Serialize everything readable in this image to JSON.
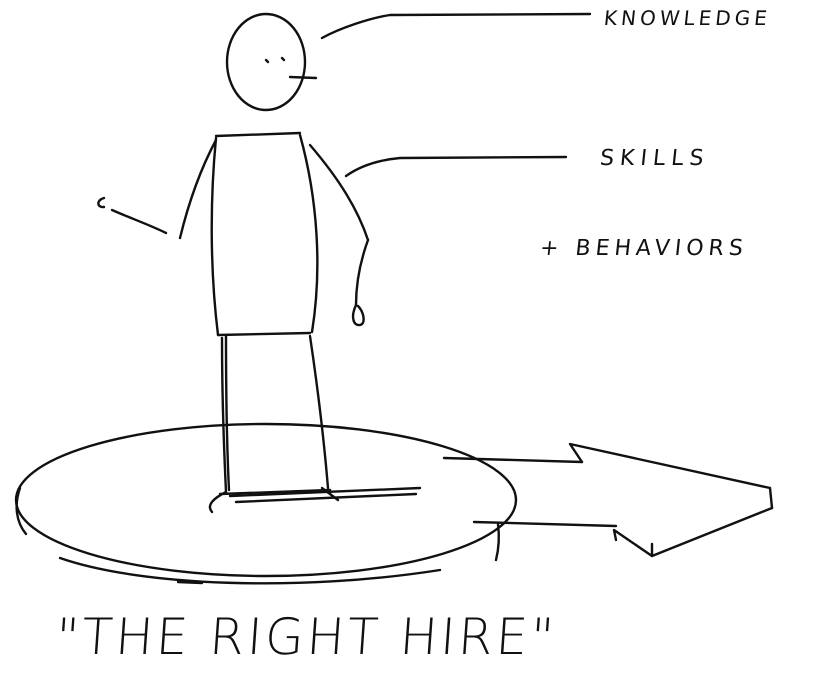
{
  "labels": {
    "knowledge": "KNOWLEDGE",
    "skills": "SKILLS",
    "behaviors": "+ BEHAVIORS"
  },
  "caption": "\"THE RIGHT HIRE\"",
  "colors": {
    "ink": "#111111",
    "paper": "#ffffff"
  }
}
